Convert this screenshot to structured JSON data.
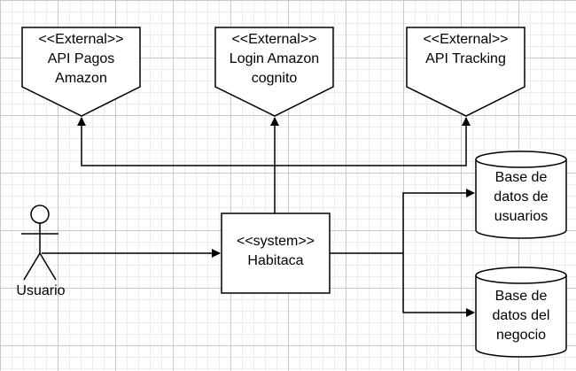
{
  "external_systems": [
    {
      "stereotype": "<<External>>",
      "lines": [
        "API Pagos",
        "Amazon"
      ]
    },
    {
      "stereotype": "<<External>>",
      "lines": [
        "Login Amazon",
        "cognito"
      ]
    },
    {
      "stereotype": "<<External>>",
      "lines": [
        "API Tracking"
      ]
    }
  ],
  "system": {
    "stereotype": "<<system>>",
    "name": "Habitaca"
  },
  "actor": {
    "name": "Usuario"
  },
  "databases": [
    {
      "lines": [
        "Base de",
        "datos de",
        "usuarios"
      ]
    },
    {
      "lines": [
        "Base de",
        "datos del",
        "negocio"
      ]
    }
  ],
  "colors": {
    "stroke": "#000000",
    "fill": "#ffffff",
    "grid": "#c9c9c9"
  }
}
